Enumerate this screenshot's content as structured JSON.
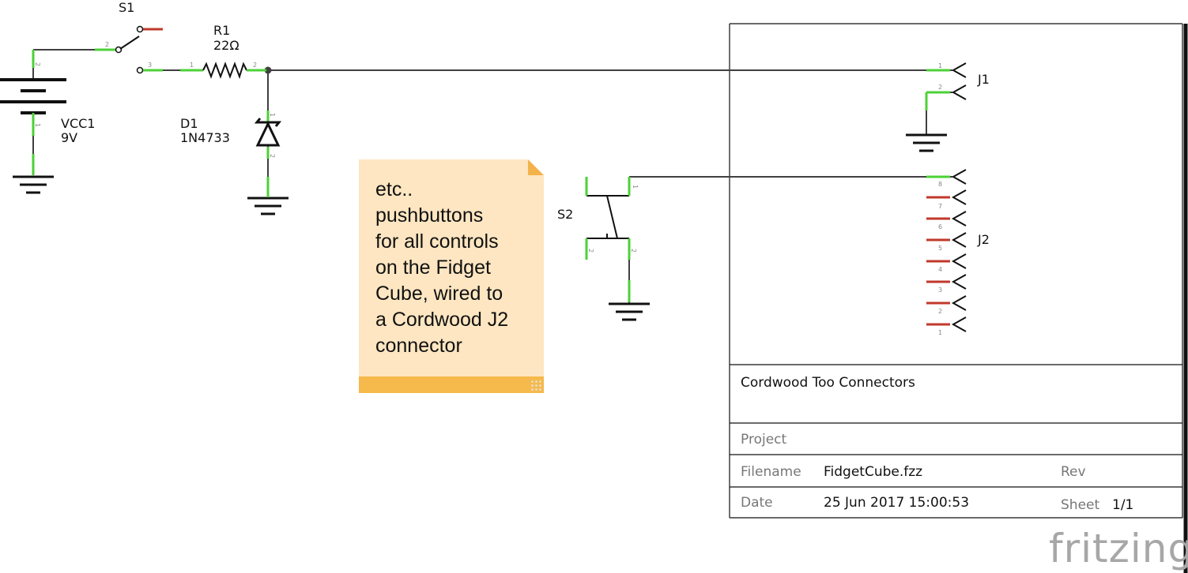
{
  "components": {
    "s1": {
      "ref": "S1",
      "pins": [
        "2",
        "3"
      ]
    },
    "r1": {
      "ref": "R1",
      "value": "22Ω",
      "pins": [
        "1",
        "2"
      ]
    },
    "vcc1": {
      "ref": "VCC1",
      "value": "9V",
      "pins": [
        "2",
        "1"
      ]
    },
    "d1": {
      "ref": "D1",
      "value": "1N4733",
      "pins": [
        "1",
        "2"
      ]
    },
    "s2": {
      "ref": "S2",
      "pins": [
        "1",
        "2",
        "2"
      ]
    },
    "j1": {
      "ref": "J1",
      "pins": [
        "1",
        "2"
      ]
    },
    "j2": {
      "ref": "J2",
      "pins": [
        "8",
        "7",
        "6",
        "5",
        "4",
        "3",
        "2",
        "1"
      ]
    }
  },
  "note": {
    "text": "etc..\npushbuttons\nfor all controls\non the Fidget\nCube, wired to\na Cordwood J2\nconnector"
  },
  "title_block": {
    "title": "Cordwood Too Connectors",
    "project_label": "Project",
    "filename_label": "Filename",
    "filename": "FidgetCube.fzz",
    "rev_label": "Rev",
    "date_label": "Date",
    "date": "25 Jun 2017 15:00:53",
    "sheet_label": "Sheet",
    "sheet": "1/1"
  },
  "brand": "fritzing",
  "colors": {
    "wire": "#404040",
    "connected_pin": "#4cd137",
    "unconnected_pin": "#c0392b",
    "note_bg": "#fde6c1",
    "note_bar": "#f6b94b",
    "brand": "#a7a7a7"
  }
}
